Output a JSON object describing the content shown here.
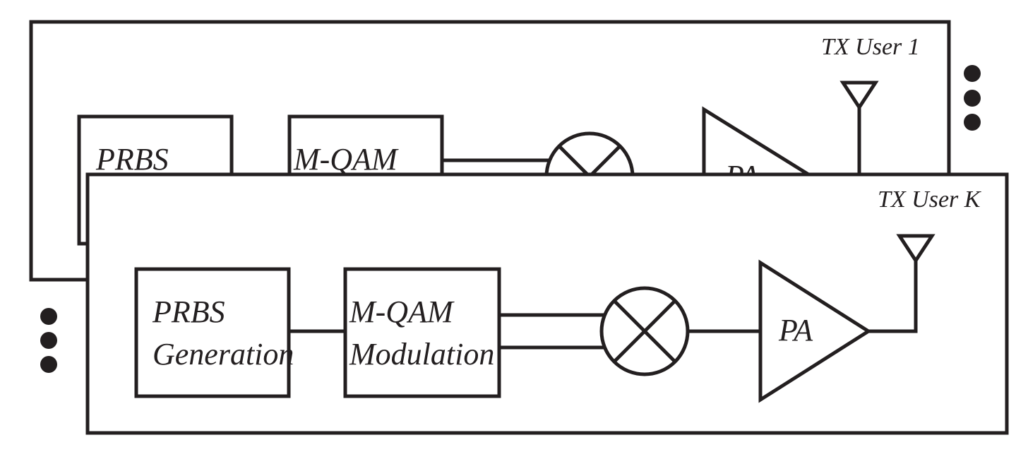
{
  "diagram": {
    "back_panel": {
      "user_label": "TX User 1",
      "prbs_title": "PRBS",
      "mqam_title": "M-QAM",
      "pa_label": "PA"
    },
    "front_panel": {
      "user_label": "TX User K",
      "prbs_line1": "PRBS",
      "prbs_line2": "Generation",
      "mqam_line1": "M-QAM",
      "mqam_line2": "Modulation",
      "pa_label": "PA"
    },
    "colors": {
      "stroke": "#231f20",
      "background": "#ffffff"
    },
    "icons": {
      "mixer": "mixer-icon",
      "antenna": "antenna-icon",
      "ellipsis": "vertical-ellipsis-icon"
    }
  }
}
